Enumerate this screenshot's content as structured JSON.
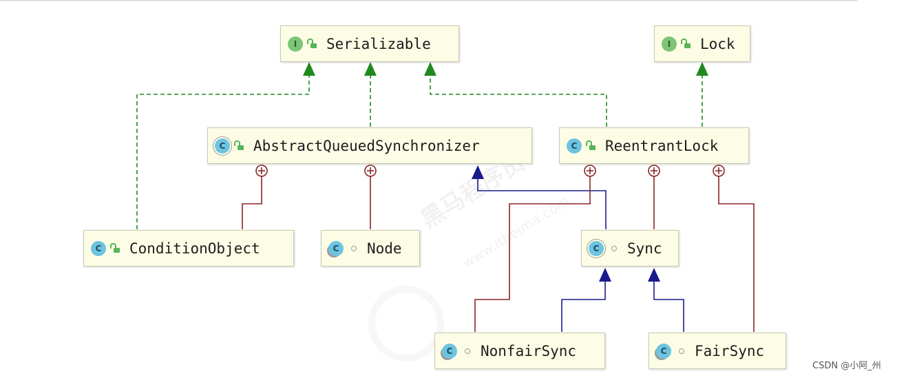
{
  "nodes": {
    "serializable": {
      "name": "Serializable",
      "kind": "I"
    },
    "lock": {
      "name": "Lock",
      "kind": "I"
    },
    "aqs": {
      "name": "AbstractQueuedSynchronizer",
      "kind": "C"
    },
    "reentrant_lock": {
      "name": "ReentrantLock",
      "kind": "C"
    },
    "condition_object": {
      "name": "ConditionObject",
      "kind": "C"
    },
    "node": {
      "name": "Node",
      "kind": "C"
    },
    "sync": {
      "name": "Sync",
      "kind": "C"
    },
    "nonfair_sync": {
      "name": "NonfairSync",
      "kind": "C"
    },
    "fair_sync": {
      "name": "FairSync",
      "kind": "C"
    }
  },
  "relations": [
    {
      "from": "condition_object",
      "to": "serializable",
      "type": "implements"
    },
    {
      "from": "aqs",
      "to": "serializable",
      "type": "implements"
    },
    {
      "from": "reentrant_lock",
      "to": "serializable",
      "type": "implements"
    },
    {
      "from": "reentrant_lock",
      "to": "lock",
      "type": "implements"
    },
    {
      "from": "sync",
      "to": "aqs",
      "type": "extends"
    },
    {
      "from": "nonfair_sync",
      "to": "sync",
      "type": "extends"
    },
    {
      "from": "fair_sync",
      "to": "sync",
      "type": "extends"
    },
    {
      "from": "condition_object",
      "to": "aqs",
      "type": "inner-class"
    },
    {
      "from": "node",
      "to": "aqs",
      "type": "inner-class"
    },
    {
      "from": "nonfair_sync",
      "to": "reentrant_lock",
      "type": "inner-class"
    },
    {
      "from": "sync",
      "to": "reentrant_lock",
      "type": "inner-class"
    },
    {
      "from": "fair_sync",
      "to": "reentrant_lock",
      "type": "inner-class"
    }
  ],
  "colors": {
    "implements": "#1e8a1e",
    "extends": "#1a1a8c",
    "inner_class": "#8b2323",
    "box_fill": "#fdfde6"
  },
  "watermark": {
    "text": "黑马程序员",
    "url": "www.itheima.com"
  },
  "credit": "CSDN @小阿_州"
}
